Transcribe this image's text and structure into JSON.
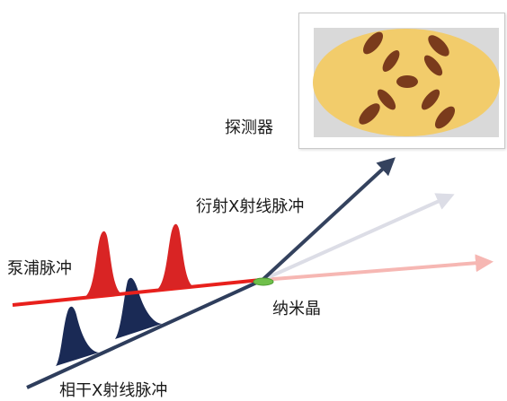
{
  "labels": {
    "detector": "探测器",
    "diffracted_pulse": "衍射X射线脉冲",
    "pump_pulse": "泵浦脉冲",
    "nanocrystal": "纳米晶",
    "coherent_pulse": "相干X射线脉冲"
  },
  "colors": {
    "pump_beam": "#e8201c",
    "pump_pulse": "#d92424",
    "xray_beam": "#2e3d5c",
    "xray_pulse": "#1a2a55",
    "diffracted_main": "#34425e",
    "diffracted_faint": "#dcdde6",
    "transmitted_faint": "#f6b7b3",
    "crystal": "#6fbf4a",
    "detector_ellipse": "#f2cc6b",
    "spot": "#7a3b1c"
  }
}
